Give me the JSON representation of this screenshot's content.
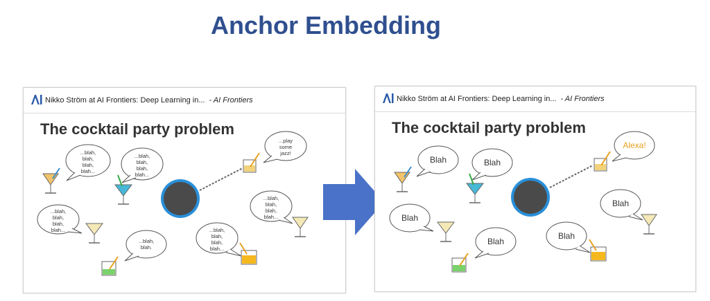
{
  "title": "Anchor Embedding",
  "panel": {
    "header_title": "Nikko Ström at AI Frontiers: Deep Learning in...",
    "header_source": "- AI Frontiers",
    "slide_title": "The cocktail party problem"
  },
  "left_bubbles": {
    "b1": "...blah,\nblah,\nblah,\nblah...",
    "b2": "...blah,\nblah,\nblah,\nblah...",
    "b3": "...play\nsome\njazz!",
    "b4": "...blah,\nblah,\nblah,\nblah...",
    "b5": "...blah,\nblah,\nblah,\nblah...",
    "b6": "...blah,\nblah.",
    "b7": "...blah,\nblah,\nblah,\nblah..."
  },
  "right_bubbles": {
    "b1": "Blah",
    "b2": "Blah",
    "b3": "Alexa!",
    "b4": "Blah",
    "b5": "Blah",
    "b6": "Blah",
    "b7": "Blah"
  },
  "colors": {
    "title": "#2f4f8f",
    "arrow": "#4a72c8",
    "alexa": "#e8a020",
    "device_ring": "#2a8fd8"
  }
}
